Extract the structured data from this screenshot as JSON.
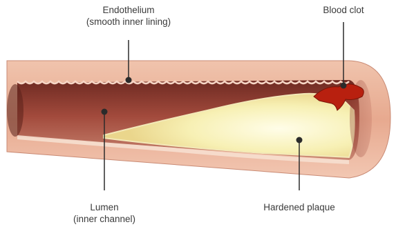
{
  "labels": {
    "endothelium": {
      "title": "Endothelium",
      "subtitle": "(smooth inner lining)"
    },
    "blood_clot": {
      "title": "Blood clot"
    },
    "lumen": {
      "title": "Lumen",
      "subtitle": "(inner channel)"
    },
    "plaque": {
      "title": "Hardened plaque"
    }
  },
  "colors": {
    "vessel_wall": "#e8b096",
    "vessel_wall_shade": "#d68c72",
    "lumen_dark": "#8a3a2f",
    "plaque": "#f5efb0",
    "plaque_core": "#fffbe0",
    "clot": "#b8200f",
    "leader_line": "#2b2b2b"
  }
}
